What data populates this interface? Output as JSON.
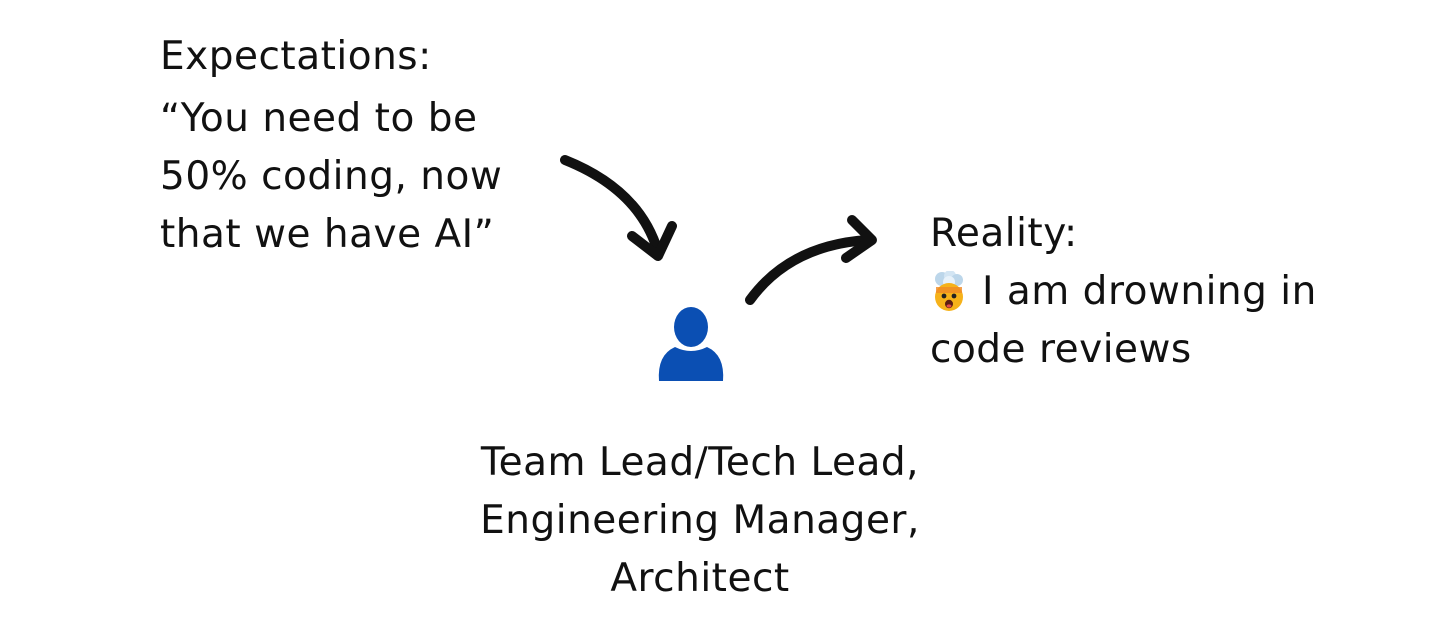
{
  "expectations": {
    "title": "Expectations:",
    "quote_lines": [
      "“You need to be",
      "50% coding, now",
      "that we have AI”"
    ]
  },
  "reality": {
    "title": "Reality:",
    "lines": [
      "I am drowning in",
      "code reviews"
    ],
    "emoji_icon": "exploding-head-icon"
  },
  "role": {
    "lines": [
      "Team Lead/Tech Lead,",
      "Engineering Manager,",
      "Architect"
    ]
  },
  "person": {
    "icon": "person-icon",
    "color": "#0b4fb3"
  },
  "colors": {
    "ink": "#111111",
    "arrow": "#111111",
    "person": "#0b4fb3"
  }
}
